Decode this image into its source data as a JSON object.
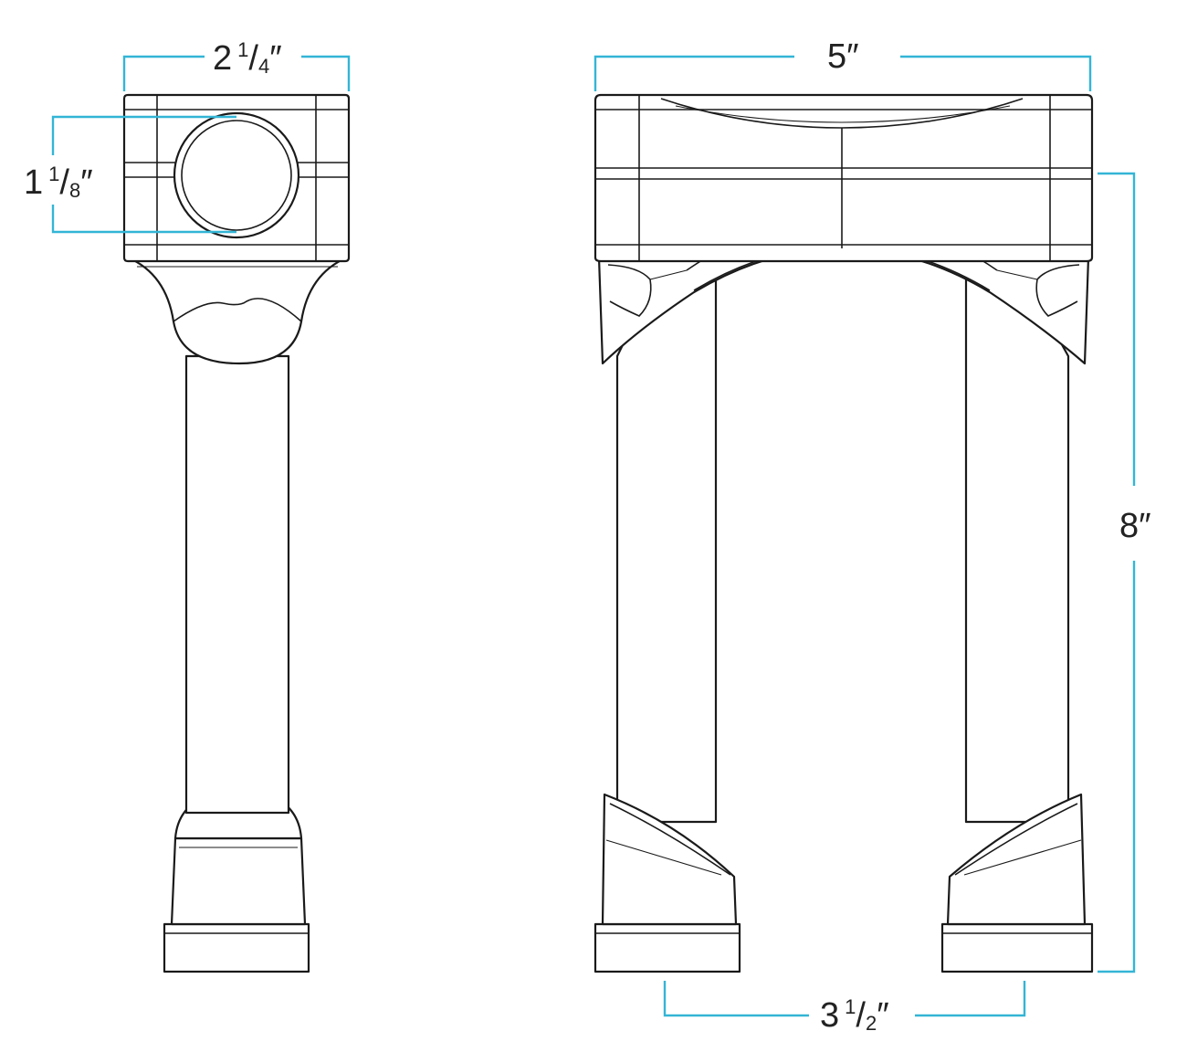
{
  "colors": {
    "dimension_line": "#33b5d6",
    "outline": "#1a1a1a",
    "label": "#222222"
  },
  "dimensions": {
    "side_width": {
      "whole": "2",
      "num": "1",
      "den": "4",
      "unit": "″"
    },
    "bar_diameter": {
      "whole": "1",
      "num": "1",
      "den": "8",
      "unit": "″"
    },
    "overall_width": {
      "text": "5″"
    },
    "height": {
      "text": "8″"
    },
    "base_spacing": {
      "whole": "3",
      "num": "1",
      "den": "2",
      "unit": "″"
    }
  }
}
